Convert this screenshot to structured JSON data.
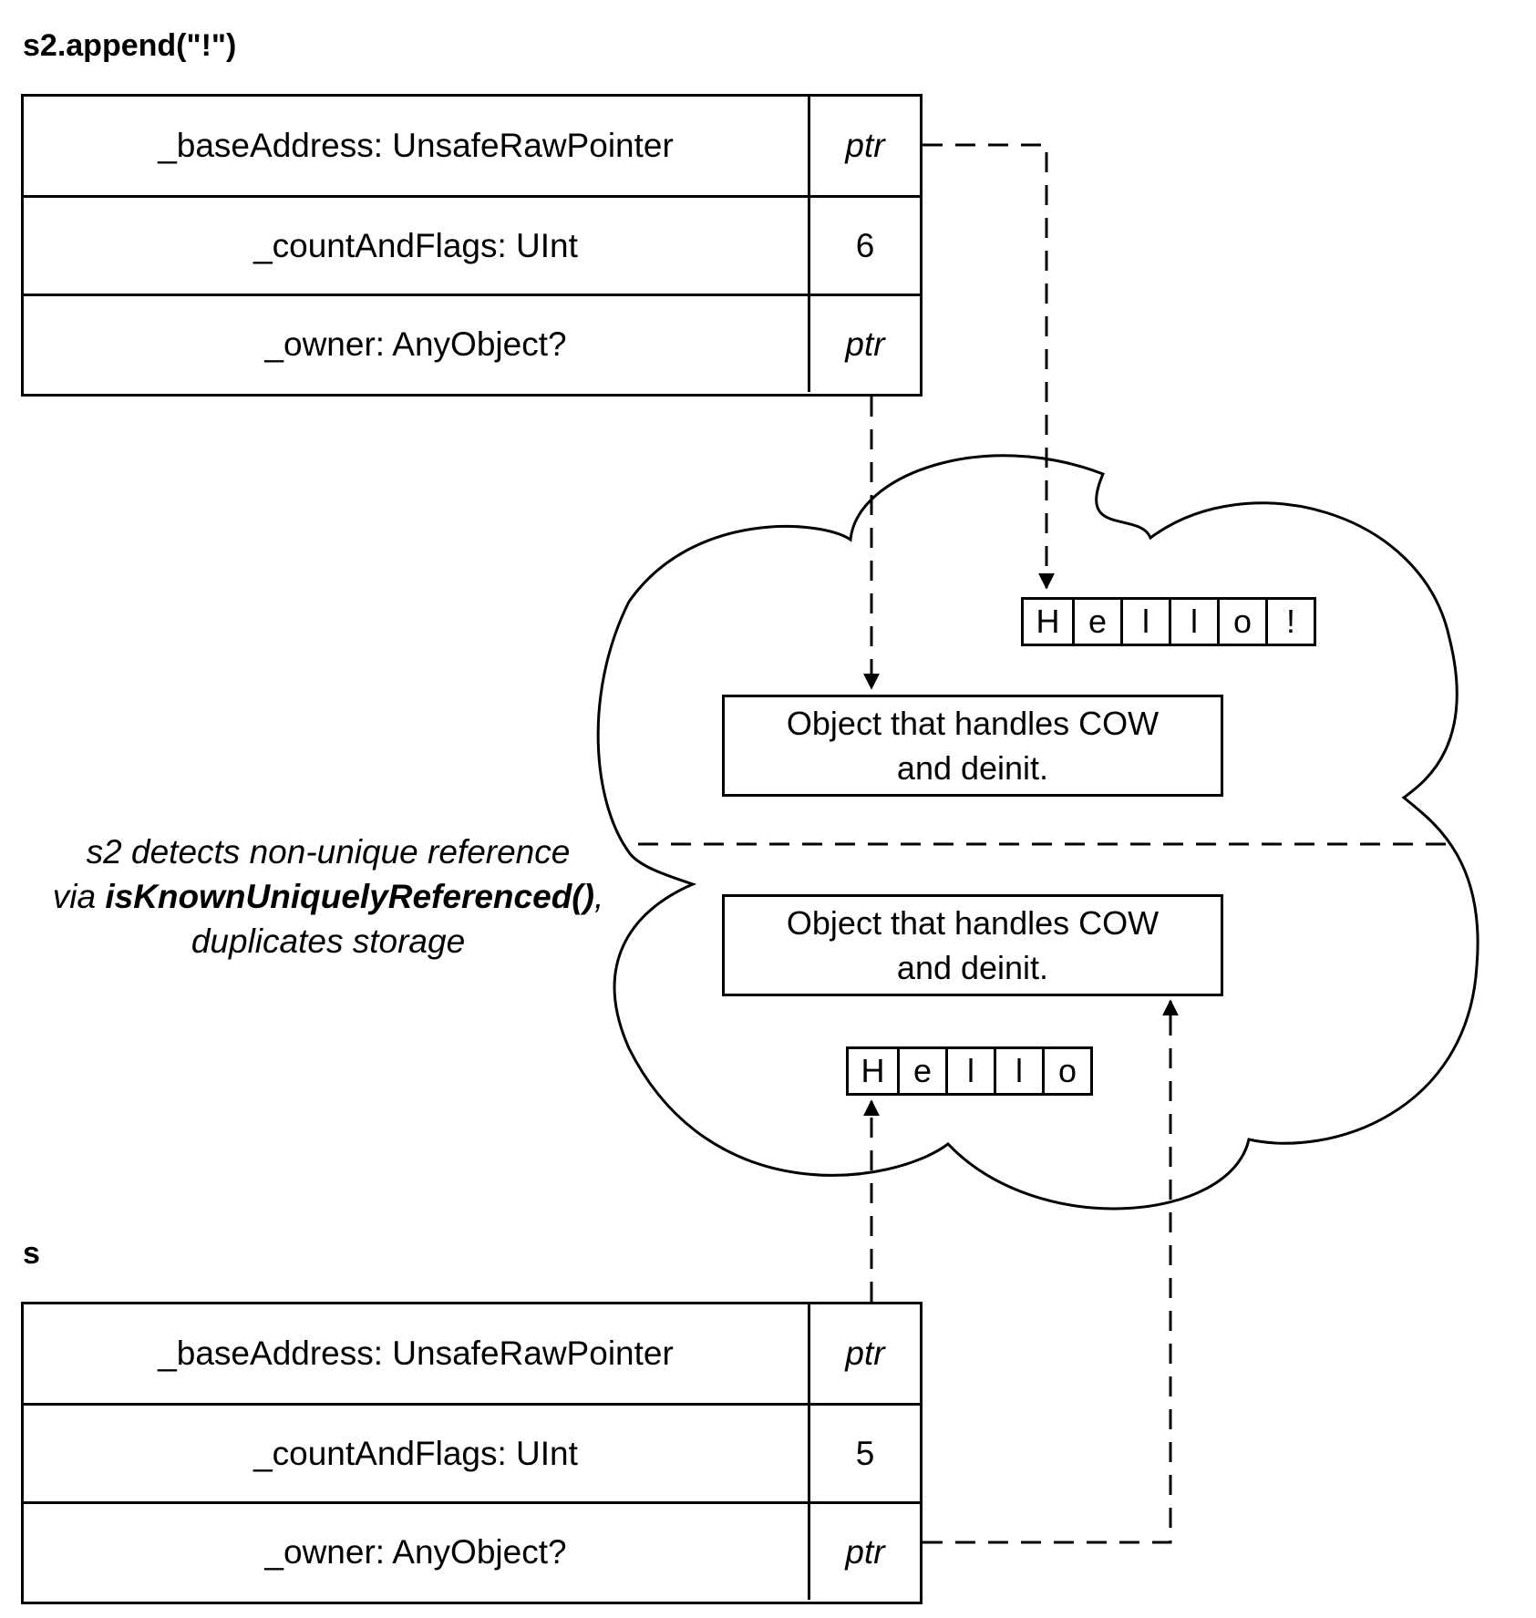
{
  "top": {
    "heading": "s2.append(\"!\")",
    "rows": [
      {
        "field": "_baseAddress: UnsafeRawPointer",
        "value": "ptr"
      },
      {
        "field": "_countAndFlags: UInt",
        "value": "6"
      },
      {
        "field": "_owner: AnyObject?",
        "value": "ptr"
      }
    ]
  },
  "bottom": {
    "heading": "s",
    "rows": [
      {
        "field": "_baseAddress: UnsafeRawPointer",
        "value": "ptr"
      },
      {
        "field": "_countAndFlags: UInt",
        "value": "5"
      },
      {
        "field": "_owner: AnyObject?",
        "value": "ptr"
      }
    ]
  },
  "heap_upper": {
    "chars": [
      "H",
      "e",
      "l",
      "l",
      "o",
      "!"
    ],
    "object_line1": "Object that handles COW",
    "object_line2": "and deinit."
  },
  "heap_lower": {
    "chars": [
      "H",
      "e",
      "l",
      "l",
      "o"
    ],
    "object_line1": "Object that handles COW",
    "object_line2": "and deinit."
  },
  "note": {
    "line1": "s2 detects non-unique reference",
    "line2_prefix": "via ",
    "line2_bold": "isKnownUniquelyReferenced()",
    "line2_suffix": ",",
    "line3": "duplicates storage"
  }
}
